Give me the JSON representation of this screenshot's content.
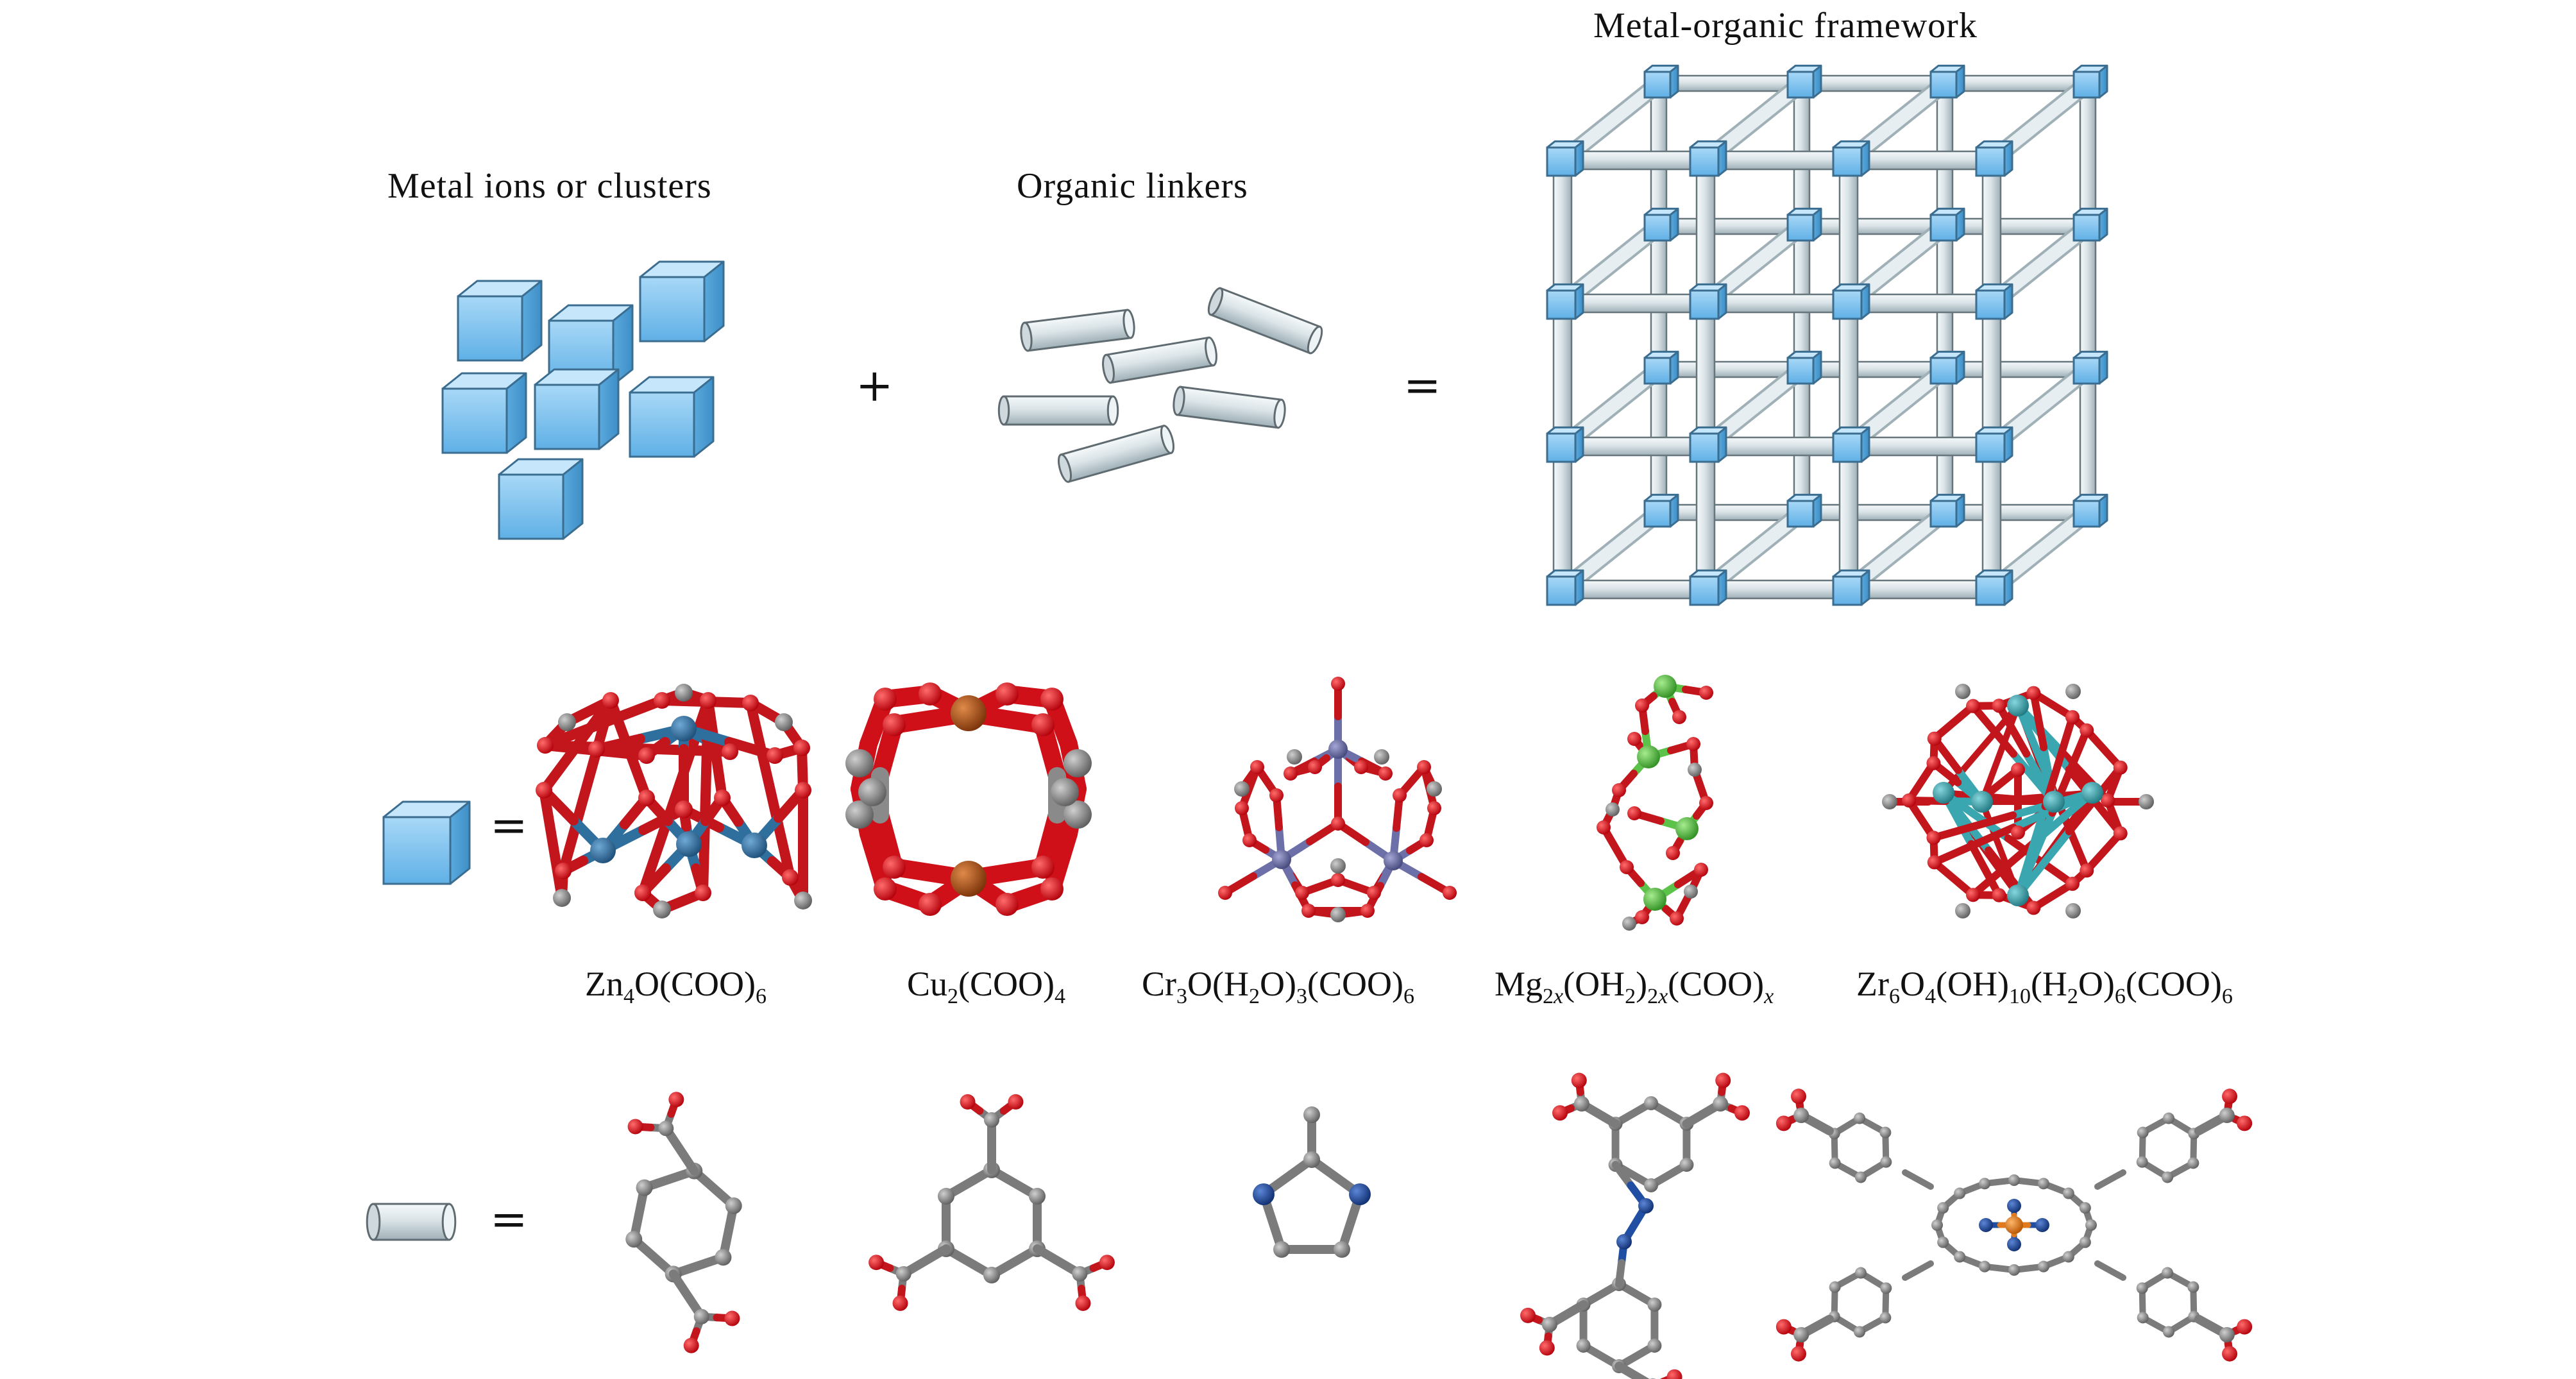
{
  "top_row": {
    "metal_title": "Metal ions or clusters",
    "linker_title": "Organic linkers",
    "framework_title": "Metal-organic framework",
    "plus_symbol": "+",
    "equals_symbol": "="
  },
  "cluster_row": {
    "equals_symbol": "=",
    "formulas": [
      {
        "name": "Zn4O(COO)6",
        "html": "Zn<sub>4</sub>O(COO)<sub>6</sub>"
      },
      {
        "name": "Cu2(COO)4",
        "html": "Cu<sub>2</sub>(COO)<sub>4</sub>"
      },
      {
        "name": "Cr3O(H2O)3(COO)6",
        "html": "Cr<sub>3</sub>O(H<sub>2</sub>O)<sub>3</sub>(COO)<sub>6</sub>"
      },
      {
        "name": "Mg2x(OH2)2x(COO)x",
        "html": "Mg<sub>2<i>x</i></sub>(OH<sub>2</sub>)<sub>2<i>x</i></sub>(COO)<sub><i>x</i></sub>"
      },
      {
        "name": "Zr6O4(OH)10(H2O)6(COO)6",
        "html": "Zr<sub>6</sub>O<sub>4</sub>(OH)<sub>10</sub>(H<sub>2</sub>O)<sub>6</sub>(COO)<sub>6</sub>"
      }
    ]
  },
  "linker_row": {
    "equals_symbol": "="
  },
  "colors": {
    "cube_face": "#8fcbf1",
    "cube_top": "#c6e6fb",
    "cube_side": "#5aa9dd",
    "rod": "#dfe7ea",
    "oxygen": "#e0121b",
    "carbon": "#8a8a8a",
    "zinc": "#2f6f9e",
    "copper": "#b5561a",
    "chromium": "#6c6fa8",
    "magnesium": "#5cc24a",
    "zirconium": "#3aa6b0",
    "nitrogen": "#1f4ea3",
    "iron": "#e07a1f"
  }
}
